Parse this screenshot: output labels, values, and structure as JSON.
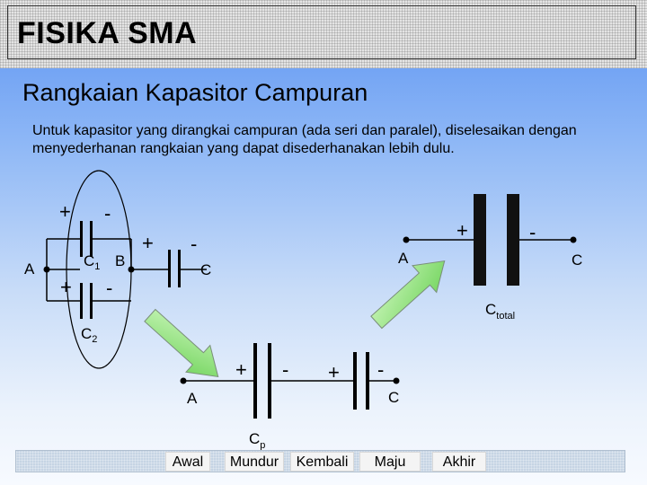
{
  "header": {
    "title": "FISIKA SMA"
  },
  "slide": {
    "title": "Rangkaian Kapasitor Campuran",
    "intro": "Untuk kapasitor yang dirangkai campuran (ada seri dan paralel), diselesaikan dengan menyederhanan rangkaian yang dapat disederhanakan lebih dulu."
  },
  "circuit": {
    "first": {
      "node_a": "A",
      "node_b": "B",
      "node_c": "C",
      "c1": "C",
      "c1_sub": "1",
      "c2": "C",
      "c2_sub": "2",
      "plus": "+",
      "minus": "-"
    },
    "total": {
      "node_a": "A",
      "node_c": "C",
      "ctotal": "C",
      "ctotal_sub": "total",
      "plus": "+",
      "minus": "-"
    },
    "series": {
      "node_a": "A",
      "node_c": "C",
      "cp": "C",
      "cp_sub": "p",
      "plus": "+",
      "minus": "-"
    },
    "arrow_color": "#8ee07a"
  },
  "nav": {
    "awal": "Awal",
    "mundur": "Mundur",
    "kembali": "Kembali",
    "maju": "Maju",
    "akhir": "Akhir"
  }
}
